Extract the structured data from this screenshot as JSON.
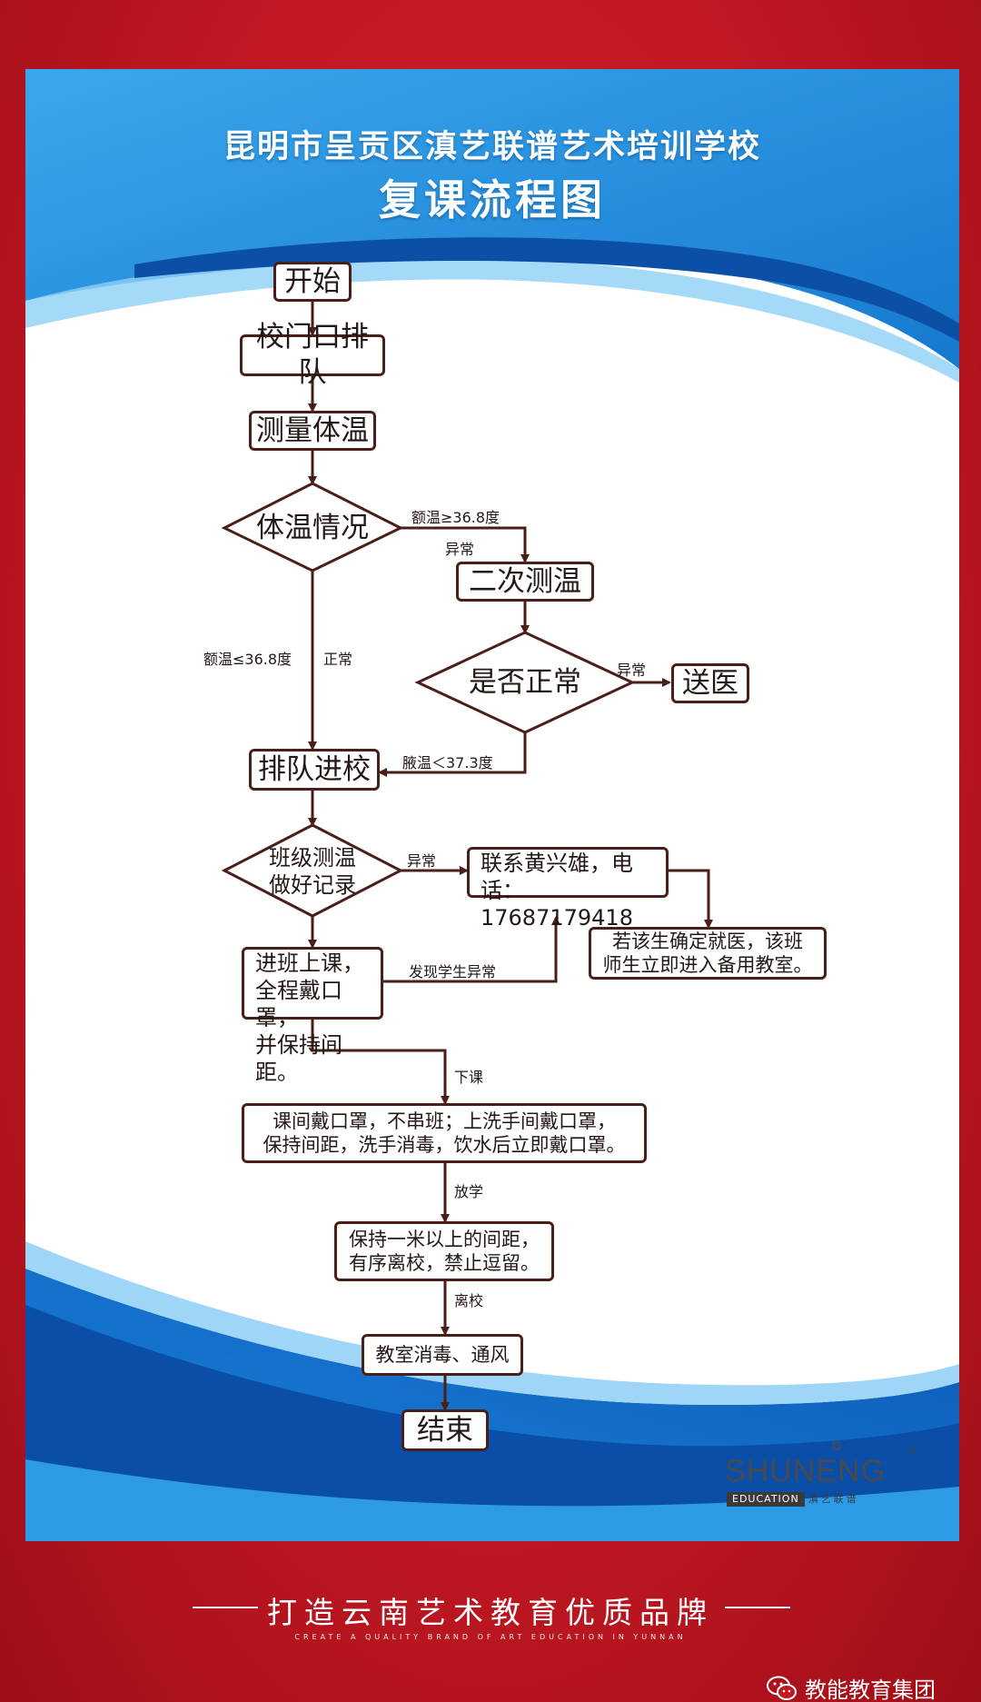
{
  "header": {
    "title_line1": "昆明市呈贡区滇艺联谱艺术培训学校",
    "title_line2": "复课流程图"
  },
  "flowchart": {
    "nodes": {
      "start": "开始",
      "queue_gate": "校门口排队",
      "measure_temp": "测量体温",
      "temp_status": "体温情况",
      "second_measure": "二次测温",
      "is_normal": "是否正常",
      "send_hospital": "送医",
      "enter_school": "排队进校",
      "class_temp_line1": "班级测温",
      "class_temp_line2": "做好记录",
      "contact_line1": "联系黄兴雄，电话：",
      "contact_line2": "17687179418",
      "isolate_line1": "若该生确定就医，该班",
      "isolate_line2": "师生立即进入备用教室。",
      "class_line1": "进班上课，",
      "class_line2": "全程戴口罩，",
      "class_line3": "并保持间距。",
      "break_line1": "课间戴口罩，不串班；上洗手间戴口罩，",
      "break_line2": "保持间距，洗手消毒，饮水后立即戴口罩。",
      "leave_line1": "保持一米以上的间距，",
      "leave_line2": "有序离校，禁止逗留。",
      "disinfect": "教室消毒、通风",
      "end": "结束"
    },
    "edge_labels": {
      "forehead_high": "额温≥36.8度",
      "abnormal_1": "异常",
      "forehead_low": "额温≤36.8度",
      "normal": "正常",
      "abnormal_2": "异常",
      "armpit": "腋温＜37.3度",
      "abnormal_3": "异常",
      "found_abnormal": "发现学生异常",
      "after_class": "下课",
      "school_out": "放学",
      "leave_school": "离校"
    }
  },
  "logo": {
    "brand": "SHUNENG",
    "registered": "®",
    "sub_en": "EDUCATION",
    "sub_cn": "滇艺联谱"
  },
  "footer": {
    "slogan": "打造云南艺术教育优质品牌",
    "slogan_en": "CREATE A QUALITY BRAND OF ART EDUCATION IN YUNNAN",
    "wechat_name": "教能教育集团"
  },
  "colors": {
    "frame_red": "#c11822",
    "banner_blue": "#1e8fe0",
    "line_brown": "#4a1e19"
  }
}
